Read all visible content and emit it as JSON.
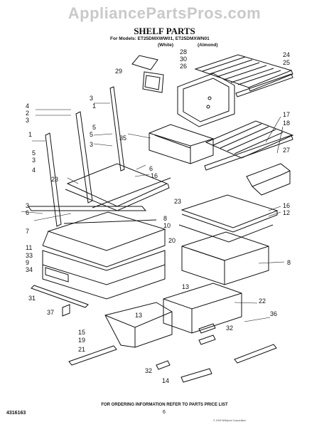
{
  "watermark": "AppliancePartsPros.com",
  "title": "SHELF PARTS",
  "models_line": "For Models: ET25DMXWW01, ET25DMXWN01",
  "variants": [
    "(White)",
    "(Almond)"
  ],
  "footer_note": "FOR ORDERING INFORMATION REFER TO PARTS PRICE LIST",
  "page_number": "6",
  "document_number": "4316163",
  "copyright": "© 1993 Whirlpool Corporation",
  "callouts": [
    "1",
    "2",
    "3",
    "4",
    "5",
    "6",
    "7",
    "8",
    "9",
    "10",
    "11",
    "12",
    "13",
    "14",
    "15",
    "16",
    "17",
    "18",
    "19",
    "20",
    "21",
    "22",
    "23",
    "24",
    "25",
    "26",
    "27",
    "28",
    "29",
    "30",
    "31",
    "32",
    "33",
    "34",
    "35",
    "36",
    "37"
  ]
}
